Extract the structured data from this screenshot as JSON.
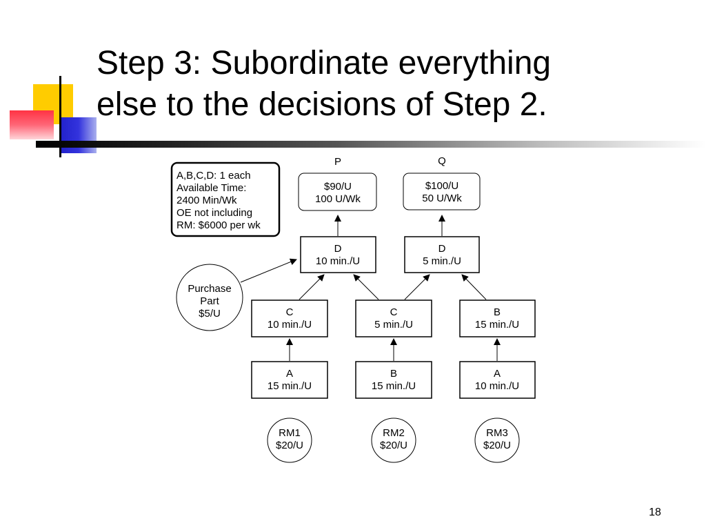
{
  "slide": {
    "title_line1": "Step 3:  Subordinate everything",
    "title_line2": "else to the decisions of Step 2.",
    "page_number": "18"
  },
  "info_box": {
    "lines": [
      "A,B,C,D: 1 each",
      "Available Time:",
      "2400 Min/Wk",
      "OE not including",
      "RM: $6000 per wk"
    ]
  },
  "products": {
    "p": {
      "label": "P",
      "price": "$90/U",
      "demand": "100 U/Wk"
    },
    "q": {
      "label": "Q",
      "price": "$100/U",
      "demand": "50 U/Wk"
    }
  },
  "operations": {
    "d_p": {
      "resource": "D",
      "time": "10 min./U"
    },
    "d_q": {
      "resource": "D",
      "time": "5 min./U"
    },
    "c1": {
      "resource": "C",
      "time": "10 min./U"
    },
    "c2": {
      "resource": "C",
      "time": "5 min./U"
    },
    "b1": {
      "resource": "B",
      "time": "15 min./U"
    },
    "a1": {
      "resource": "A",
      "time": "15 min./U"
    },
    "b2": {
      "resource": "B",
      "time": "15 min./U"
    },
    "a2": {
      "resource": "A",
      "time": "10 min./U"
    }
  },
  "purchase_part": {
    "lines": [
      "Purchase",
      "Part",
      "$5/U"
    ]
  },
  "raw_materials": [
    {
      "name": "RM1",
      "cost": "$20/U"
    },
    {
      "name": "RM2",
      "cost": "$20/U"
    },
    {
      "name": "RM3",
      "cost": "$20/U"
    }
  ]
}
